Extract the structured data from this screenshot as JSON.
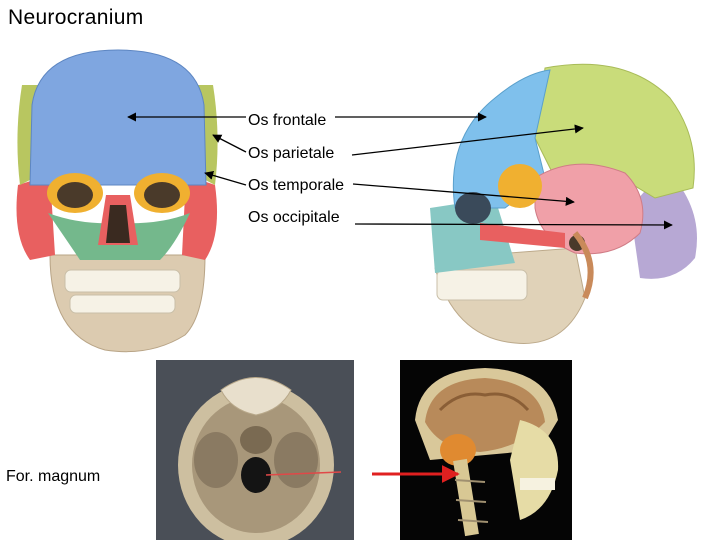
{
  "title": "Neurocranium",
  "labels": {
    "frontale": "Os frontale",
    "parietale": "Os parietale",
    "temporale": "Os temporale",
    "occipitale": "Os occipitale",
    "foramen": "For. magnum"
  },
  "colors": {
    "frontal": "#7fa6e0",
    "parietal": "#c9dc7a",
    "temporal": "#f0a0a8",
    "occipital": "#b7a8d4",
    "sphenoid": "#f0b030",
    "facial": "#74b88c",
    "mandible": "#e0d2b8",
    "pointer": "#e02020"
  }
}
